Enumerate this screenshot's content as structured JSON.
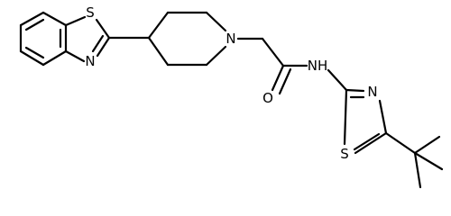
{
  "molecule": {
    "atoms": {
      "S_benzothiazole": "S",
      "N_benzothiazole": "N",
      "N_piperidine": "N",
      "O_carbonyl": "O",
      "NH_amide": "NH",
      "N_thiazole": "N",
      "S_thiazole": "S"
    }
  }
}
